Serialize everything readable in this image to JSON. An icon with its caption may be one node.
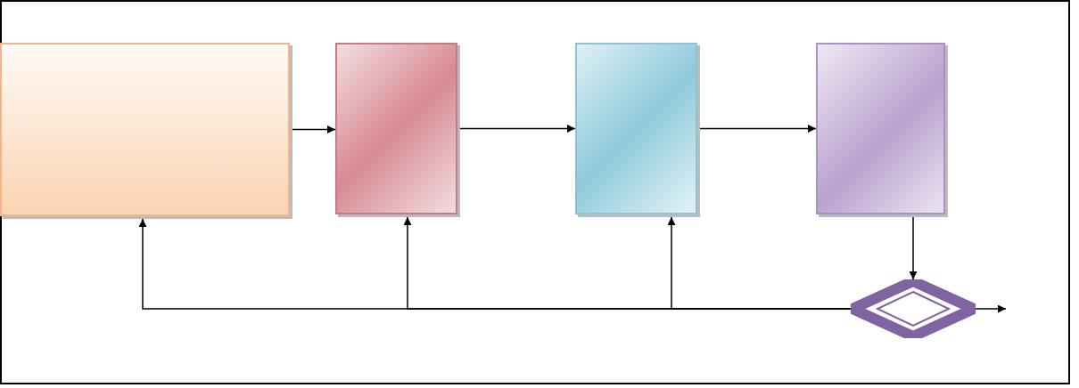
{
  "diagram": {
    "nodes": [
      {
        "text": [],
        "shape": "box"
      },
      {
        "text": [],
        "shape": "box"
      },
      {
        "text": [],
        "shape": "box"
      },
      {
        "text": [],
        "shape": "box"
      },
      {
        "text": [],
        "shape": "diamond"
      }
    ],
    "edges": [
      {
        "from": 0,
        "to": 1,
        "arrow": "to"
      },
      {
        "from": 1,
        "to": 2,
        "arrow": "to"
      },
      {
        "from": 2,
        "to": 3,
        "arrow": "to"
      },
      {
        "from": 3,
        "to": 4,
        "arrow": "to"
      },
      {
        "from": 4,
        "to": null,
        "arrow": "to"
      },
      {
        "from": 4,
        "to": 0,
        "arrow": "to"
      },
      {
        "from": 4,
        "to": 1,
        "arrow": "to"
      },
      {
        "from": 4,
        "to": 2,
        "arrow": "to"
      }
    ]
  }
}
